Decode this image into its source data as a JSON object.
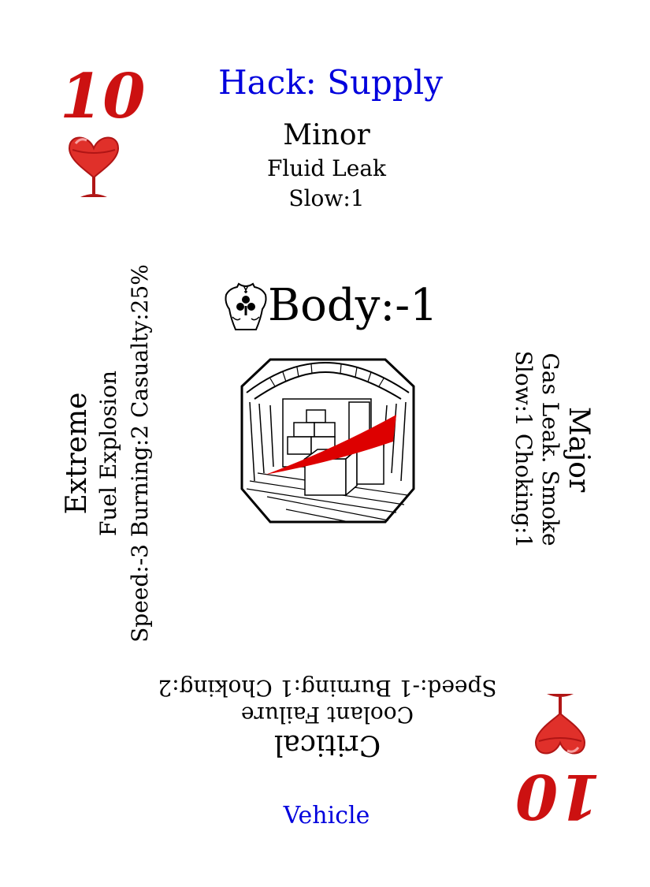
{
  "card": {
    "rank": "10",
    "suit": "hearts",
    "suit_icon": "heart-goblet-icon",
    "title": "Hack: Supply",
    "footer": "Vehicle",
    "colors": {
      "rank": "#cc1111",
      "title": "#0000dd",
      "heart": "#e0302a",
      "heart_dark": "#b01515"
    }
  },
  "effect": {
    "icon": "torso-club-icon",
    "label": "Body:-1"
  },
  "severities": {
    "minor": {
      "name": "Minor",
      "effect": "Fluid Leak",
      "stats": "Slow:1"
    },
    "major": {
      "name": "Major",
      "effect": "Gas Leak. Smoke",
      "stats": "Slow:1 Choking:1"
    },
    "critical": {
      "name": "Critical",
      "effect": "Coolant Failure",
      "stats": "Speed:-1 Burning:1 Choking:2"
    },
    "extreme": {
      "name": "Extreme",
      "effect": "Fuel Explosion",
      "stats": "Speed:-3 Burning:2 Casualty:25%"
    }
  },
  "illustration": {
    "subject": "cargo-hold-illustration"
  }
}
